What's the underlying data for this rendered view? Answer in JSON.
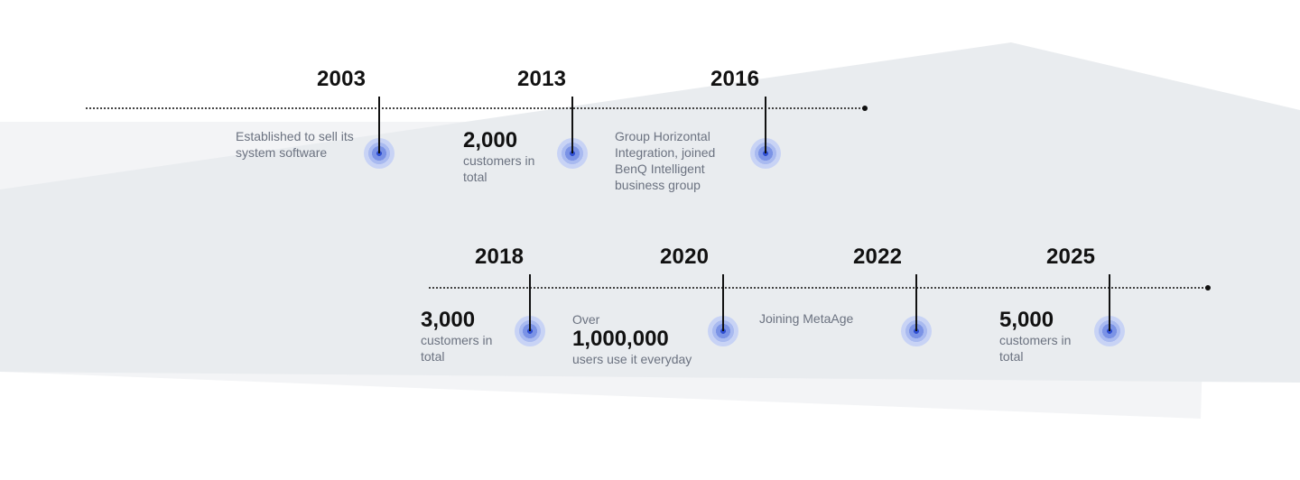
{
  "colors": {
    "background": "#ffffff",
    "band": "#e9ecef",
    "band_light": "#f3f4f6",
    "accent": "#2f4fd1",
    "text": "#111111",
    "muted": "#6b7280"
  },
  "row1": [
    {
      "year": "2003",
      "text": "Established to sell its system software"
    },
    {
      "year": "2013",
      "number": "2,000",
      "text": "customers in total"
    },
    {
      "year": "2016",
      "text": "Group Horizontal Integration, joined BenQ Intelligent business group"
    }
  ],
  "row2": [
    {
      "year": "2018",
      "number": "3,000",
      "text": "customers in total"
    },
    {
      "year": "2020",
      "prefix": "Over",
      "number": "1,000,000",
      "text": "users use it everyday"
    },
    {
      "year": "2022",
      "text": "Joining MetaAge"
    },
    {
      "year": "2025",
      "number": "5,000",
      "text": "customers in total"
    }
  ]
}
